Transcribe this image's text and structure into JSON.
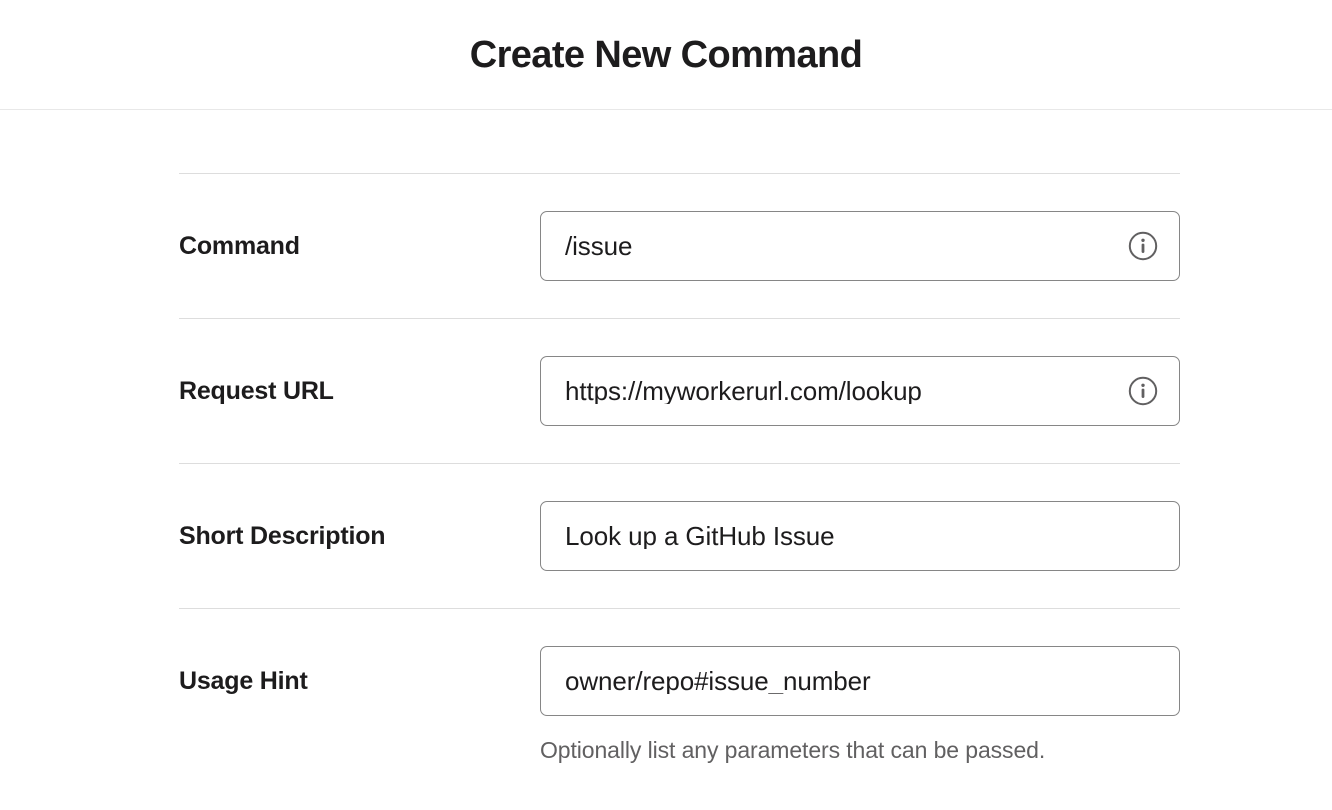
{
  "header": {
    "title": "Create New Command"
  },
  "form": {
    "rows": [
      {
        "label": "Command",
        "value": "/issue",
        "has_info_icon": true,
        "info_icon": "info-circle-icon",
        "helper": ""
      },
      {
        "label": "Request URL",
        "value": "https://myworkerurl.com/lookup",
        "has_info_icon": true,
        "info_icon": "info-circle-icon",
        "helper": ""
      },
      {
        "label": "Short Description",
        "value": "Look up a GitHub Issue",
        "has_info_icon": false,
        "info_icon": "",
        "helper": ""
      },
      {
        "label": "Usage Hint",
        "value": "owner/repo#issue_number",
        "has_info_icon": false,
        "info_icon": "",
        "helper": "Optionally list any parameters that can be passed."
      }
    ]
  },
  "colors": {
    "text_primary": "#1d1c1d",
    "text_muted": "#616061",
    "input_border": "#868686",
    "divider": "#dddddd",
    "background": "#ffffff"
  }
}
